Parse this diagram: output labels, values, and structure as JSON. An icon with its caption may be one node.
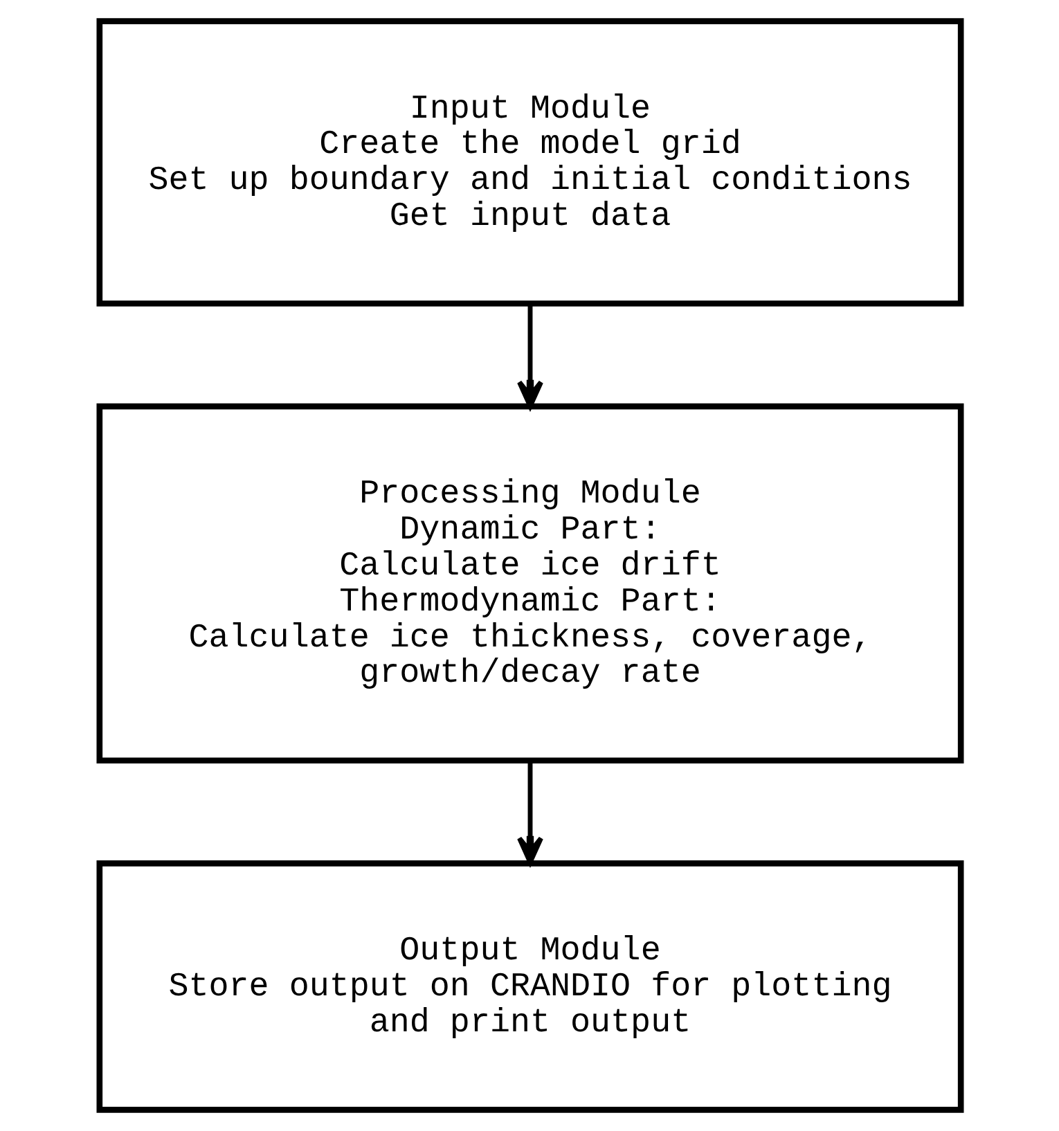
{
  "diagram": {
    "nodes": [
      {
        "text": [
          "Input Module",
          "Create the model grid",
          "Set up boundary and initial conditions",
          "Get input data"
        ]
      },
      {
        "text": [
          "Processing Module",
          "Dynamic Part:",
          "Calculate ice drift",
          "Thermodynamic Part:",
          "Calculate ice thickness, coverage, growth/decay rate"
        ]
      },
      {
        "text": [
          "Output Module",
          "Store output on CRANDIO for plotting and print output"
        ]
      }
    ],
    "edges": [
      {
        "from": 0,
        "to": 1,
        "arrow": "to"
      },
      {
        "from": 1,
        "to": 2,
        "arrow": "to"
      }
    ]
  }
}
